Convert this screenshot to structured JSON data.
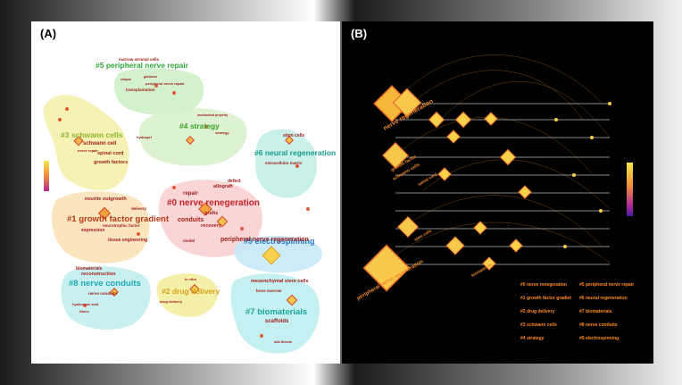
{
  "panel_a": {
    "label": "(A)",
    "clusters": [
      {
        "id": "c5",
        "label": "#5 peripheral nerve repair",
        "color": "#2fa83a"
      },
      {
        "id": "c3",
        "label": "#3 schwann cells",
        "color": "#8bb52a"
      },
      {
        "id": "c4",
        "label": "#4 strategy",
        "color": "#3ea42f"
      },
      {
        "id": "c6",
        "label": "#6 neural regeneration",
        "color": "#1a9a8c"
      },
      {
        "id": "c0",
        "label": "#0 nerve renegeration",
        "color": "#c4232a"
      },
      {
        "id": "c1",
        "label": "#1 growth factor gradient",
        "color": "#b33a16"
      },
      {
        "id": "c9",
        "label": "#9 electrospinning",
        "color": "#2b7fc4"
      },
      {
        "id": "c8",
        "label": "#8 nerve conduits",
        "color": "#1ea8b2"
      },
      {
        "id": "c2",
        "label": "#2 drug delivery",
        "color": "#d6a018"
      },
      {
        "id": "c7",
        "label": "#7 biomaterials",
        "color": "#1aa89a"
      }
    ],
    "keywords": [
      "marrow stromal cells",
      "relapse",
      "guidance",
      "peripheral nerve repair",
      "transplantation",
      "schwann cell",
      "nerve repair",
      "spinal cord",
      "growth factors",
      "hydrogel",
      "strategy",
      "mechanical property",
      "stem cells",
      "extracellular matrix",
      "repair",
      "allograft",
      "defect",
      "conduits",
      "grafts",
      "recovery",
      "model",
      "peripheral nerve regeneration",
      "neurite outgrowth",
      "delivery",
      "neurotrophic factor",
      "expression",
      "tissue engineering",
      "biomaterials",
      "reconstruction",
      "nerve conduits",
      "hyaluronic acid",
      "fibers",
      "in vitro",
      "drug delivery",
      "mesenchymal stem cells",
      "bone marrow",
      "scaffolds",
      "silk fibroin"
    ]
  },
  "panel_b": {
    "label": "(B)",
    "legend": [
      "#0 nerve renegeration",
      "#1 growth factor gradiet",
      "#2 drug delivery",
      "#3 schwann cells",
      "#4 strategy",
      "#5 peripheral nerve repair",
      "#6 neural regeneration",
      "#7 biomaterials",
      "#8 nerve conduits",
      "#9 electrospinning"
    ],
    "timeline_labels": [
      "nerve regeneration",
      "growth factor",
      "schwann cells",
      "spinal cord",
      "stem cells",
      "peripheral nerve regeneration",
      "biomaterials"
    ]
  }
}
